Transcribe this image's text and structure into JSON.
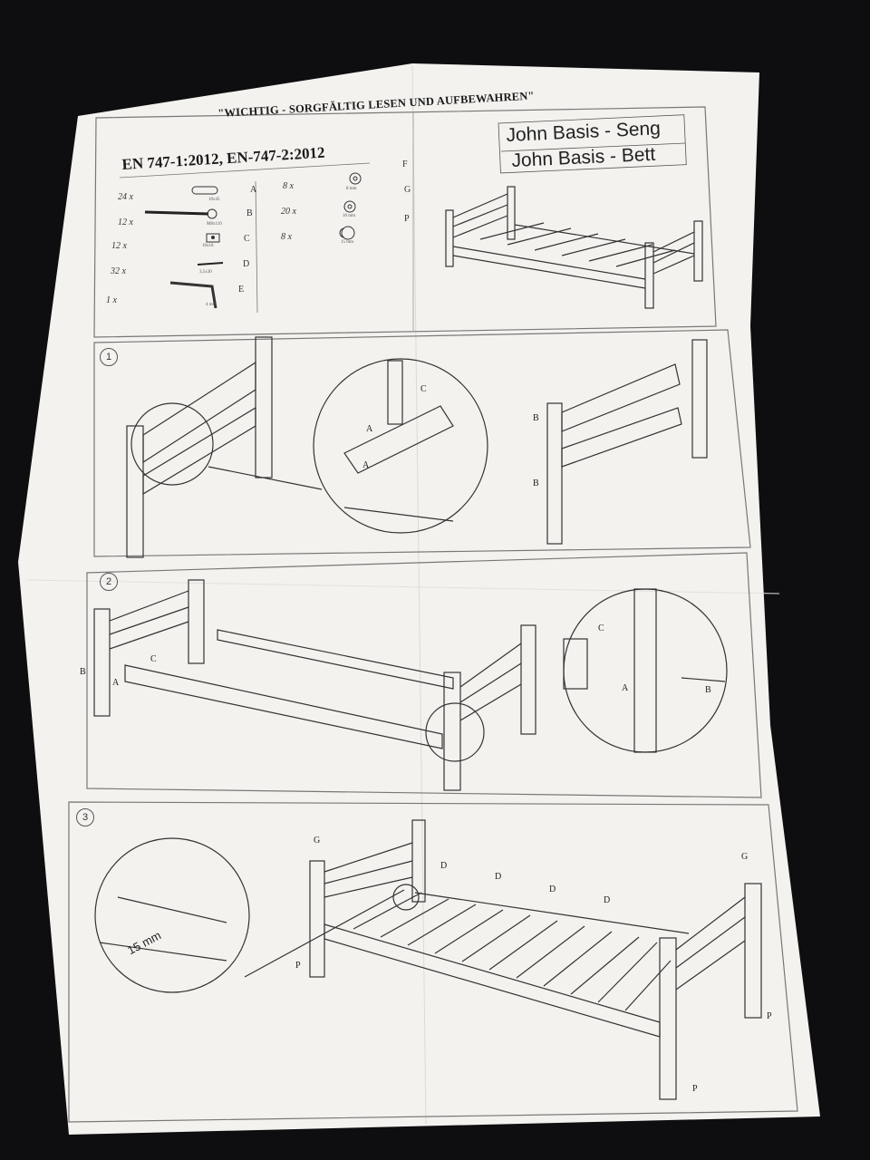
{
  "header": {
    "sheet_title": "\"WICHTIG - SORGFÄLTIG LESEN UND AUFBEWAHREN\"",
    "standard": "EN 747-1:2012, EN-747-2:2012",
    "product_line_1": "John  Basis - Seng",
    "product_line_2": "John Basis - Bett"
  },
  "parts": [
    {
      "qty": "24 x",
      "letter": "A",
      "size": "10x45"
    },
    {
      "qty": "12 x",
      "letter": "B",
      "size": "M8x110"
    },
    {
      "qty": "12 x",
      "letter": "C",
      "size": "10x18"
    },
    {
      "qty": "32 x",
      "letter": "D",
      "size": "3,5x30"
    },
    {
      "qty": "1 x",
      "letter": "E",
      "size": "4 mm"
    },
    {
      "qty": "8  x",
      "letter": "F",
      "size": "8 mm"
    },
    {
      "qty": "20 x",
      "letter": "G",
      "size": "16 mm"
    },
    {
      "qty": "8  x",
      "letter": "P",
      "size": "15 mm"
    }
  ],
  "steps": [
    "1",
    "2",
    "3"
  ],
  "callouts": {
    "gap": "15 mm"
  },
  "colors": {
    "background": "#0e0e10",
    "paper": "#f3f2ef",
    "ink": "#1a1a1a"
  }
}
